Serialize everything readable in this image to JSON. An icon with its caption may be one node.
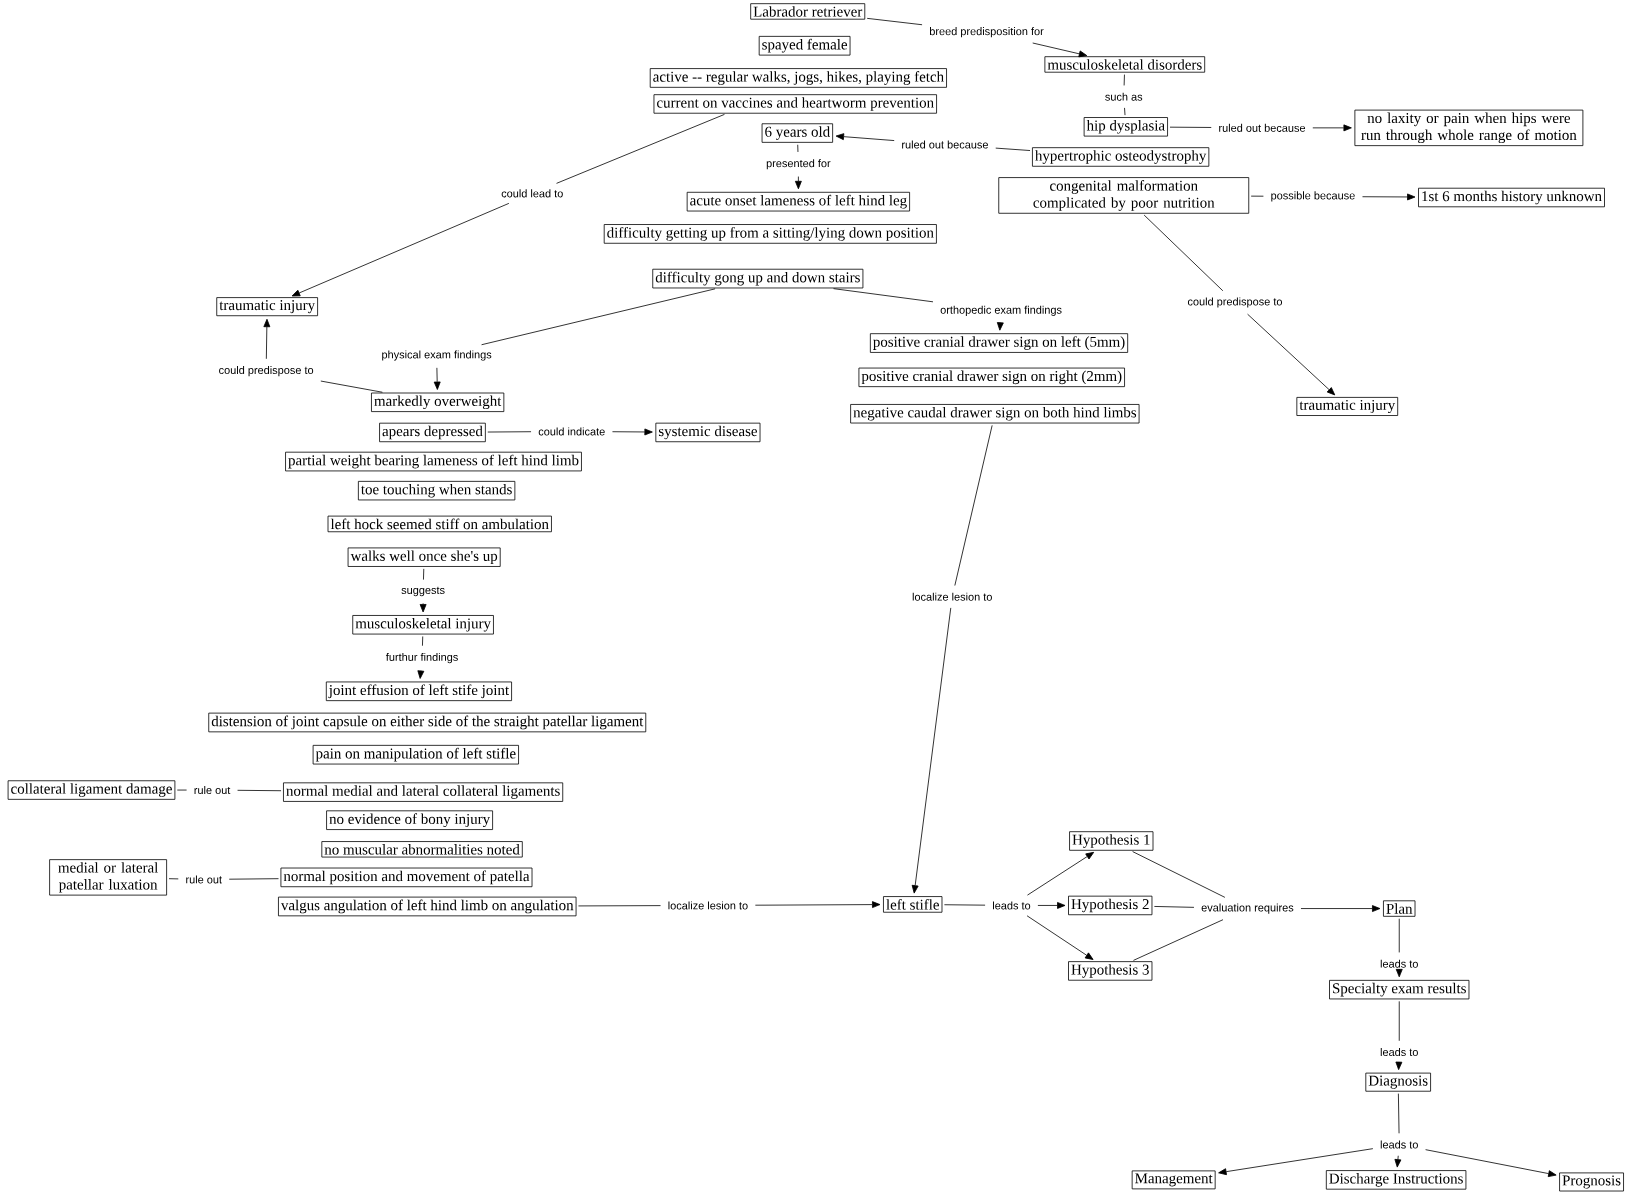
{
  "diagram": {
    "nodes": [
      {
        "text": [
          "Labrador retriever"
        ]
      },
      {
        "text": [
          "breed predisposition for"
        ]
      },
      {
        "text": [
          "musculoskeletal disorders"
        ]
      },
      {
        "text": [
          "spayed female"
        ]
      },
      {
        "text": [
          "active -- regular walks, jogs, hikes, playing fetch"
        ]
      },
      {
        "text": [
          "current on vaccines and heartworm prevention"
        ]
      },
      {
        "text": [
          "such as"
        ]
      },
      {
        "text": [
          "6 years old"
        ]
      },
      {
        "text": [
          "hip dysplasia"
        ]
      },
      {
        "text": [
          "ruled out because"
        ]
      },
      {
        "text": [
          "no laxity or pain when hips were run through whole range of motion"
        ]
      },
      {
        "text": [
          "ruled out because"
        ]
      },
      {
        "text": [
          "hypertrophic osteodystrophy"
        ]
      },
      {
        "text": [
          "presented for"
        ]
      },
      {
        "text": [
          "congenital malformation complicated by poor nutrition"
        ]
      },
      {
        "text": [
          "possible because"
        ]
      },
      {
        "text": [
          "1st 6 months history unknown"
        ]
      },
      {
        "text": [
          "could lead to"
        ]
      },
      {
        "text": [
          "acute onset lameness of left hind leg"
        ]
      },
      {
        "text": [
          "difficulty getting up from a sitting/lying down position"
        ]
      },
      {
        "text": [
          "difficulty gong up and down stairs"
        ]
      },
      {
        "text": [
          "traumatic injury"
        ]
      },
      {
        "text": [
          "could predispose to"
        ]
      },
      {
        "text": [
          "orthopedic exam findings"
        ]
      },
      {
        "text": [
          "positive cranial drawer sign on left (5mm)"
        ]
      },
      {
        "text": [
          "physical exam findings"
        ]
      },
      {
        "text": [
          "could predispose to"
        ]
      },
      {
        "text": [
          "positive cranial drawer sign on right (2mm)"
        ]
      },
      {
        "text": [
          "markedly overweight"
        ]
      },
      {
        "text": [
          "traumatic injury"
        ]
      },
      {
        "text": [
          "negative caudal drawer sign on both hind limbs"
        ]
      },
      {
        "text": [
          "apears depressed"
        ]
      },
      {
        "text": [
          "could indicate"
        ]
      },
      {
        "text": [
          "systemic disease"
        ]
      },
      {
        "text": [
          "partial weight bearing lameness of left hind limb"
        ]
      },
      {
        "text": [
          "toe touching when stands"
        ]
      },
      {
        "text": [
          "left hock seemed stiff on ambulation"
        ]
      },
      {
        "text": [
          "walks well once she's up"
        ]
      },
      {
        "text": [
          "suggests"
        ]
      },
      {
        "text": [
          "localize lesion to"
        ]
      },
      {
        "text": [
          "musculoskeletal injury"
        ]
      },
      {
        "text": [
          "furthur findings"
        ]
      },
      {
        "text": [
          "joint effusion of left stife joint"
        ]
      },
      {
        "text": [
          "distension of joint capsule on either side of the straight patellar ligament"
        ]
      },
      {
        "text": [
          "pain on manipulation of left stifle"
        ]
      },
      {
        "text": [
          "collateral ligament damage"
        ]
      },
      {
        "text": [
          "rule out"
        ]
      },
      {
        "text": [
          "normal medial and lateral collateral ligaments"
        ]
      },
      {
        "text": [
          "no evidence of bony injury"
        ]
      },
      {
        "text": [
          "no muscular abnormalities noted"
        ]
      },
      {
        "text": [
          "medial or lateral patellar luxation"
        ]
      },
      {
        "text": [
          "rule out"
        ]
      },
      {
        "text": [
          "normal position and movement of patella"
        ]
      },
      {
        "text": [
          "Hypothesis 1"
        ]
      },
      {
        "text": [
          "valgus angulation of left hind limb on angulation"
        ]
      },
      {
        "text": [
          "localize lesion to"
        ]
      },
      {
        "text": [
          "left stifle"
        ]
      },
      {
        "text": [
          "leads to"
        ]
      },
      {
        "text": [
          "Hypothesis 2"
        ]
      },
      {
        "text": [
          "evaluation requires"
        ]
      },
      {
        "text": [
          "Plan"
        ]
      },
      {
        "text": [
          "Hypothesis 3"
        ]
      },
      {
        "text": [
          "leads to"
        ]
      },
      {
        "text": [
          "Specialty exam results"
        ]
      },
      {
        "text": [
          "leads to"
        ]
      },
      {
        "text": [
          "Diagnosis"
        ]
      },
      {
        "text": [
          "leads to"
        ]
      },
      {
        "text": [
          "Management"
        ]
      },
      {
        "text": [
          "Discharge Instructions"
        ]
      },
      {
        "text": [
          "Prognosis"
        ]
      }
    ],
    "edges": [
      {
        "from": 0,
        "to": 1,
        "arrow": "none"
      },
      {
        "from": 1,
        "to": 2,
        "arrow": "to"
      },
      {
        "from": 2,
        "to": 6,
        "arrow": "none"
      },
      {
        "from": 6,
        "to": 8,
        "arrow": "none"
      },
      {
        "from": 8,
        "to": 9,
        "arrow": "none"
      },
      {
        "from": 9,
        "to": 10,
        "arrow": "to"
      },
      {
        "from": 12,
        "to": 11,
        "arrow": "none"
      },
      {
        "from": 11,
        "to": 7,
        "arrow": "to"
      },
      {
        "from": 7,
        "to": 13,
        "arrow": "none"
      },
      {
        "from": 13,
        "to": 18,
        "arrow": "to"
      },
      {
        "from": 14,
        "to": 15,
        "arrow": "none"
      },
      {
        "from": 15,
        "to": 16,
        "arrow": "to"
      },
      {
        "from": 5,
        "to": 17,
        "arrow": "none"
      },
      {
        "from": 17,
        "to": 21,
        "arrow": "to"
      },
      {
        "from": 14,
        "to": 22,
        "arrow": "none"
      },
      {
        "from": 22,
        "to": 29,
        "arrow": "to"
      },
      {
        "from": 20,
        "to": 23,
        "arrow": "none"
      },
      {
        "from": 23,
        "to": 24,
        "arrow": "to"
      },
      {
        "from": 20,
        "to": 25,
        "arrow": "none"
      },
      {
        "from": 25,
        "to": 28,
        "arrow": "to"
      },
      {
        "from": 28,
        "to": 26,
        "arrow": "none"
      },
      {
        "from": 26,
        "to": 21,
        "arrow": "to"
      },
      {
        "from": 31,
        "to": 32,
        "arrow": "none"
      },
      {
        "from": 32,
        "to": 33,
        "arrow": "to"
      },
      {
        "from": 37,
        "to": 38,
        "arrow": "none"
      },
      {
        "from": 38,
        "to": 40,
        "arrow": "to"
      },
      {
        "from": 40,
        "to": 41,
        "arrow": "none"
      },
      {
        "from": 41,
        "to": 42,
        "arrow": "to"
      },
      {
        "from": 47,
        "to": 46,
        "arrow": "none"
      },
      {
        "from": 46,
        "to": 45,
        "arrow": "none"
      },
      {
        "from": 52,
        "to": 51,
        "arrow": "none"
      },
      {
        "from": 51,
        "to": 50,
        "arrow": "none"
      },
      {
        "from": 54,
        "to": 55,
        "arrow": "none"
      },
      {
        "from": 55,
        "to": 56,
        "arrow": "to"
      },
      {
        "from": 30,
        "to": 39,
        "arrow": "none"
      },
      {
        "from": 39,
        "to": 56,
        "arrow": "to"
      },
      {
        "from": 56,
        "to": 57,
        "arrow": "none"
      },
      {
        "from": 57,
        "to": 53,
        "arrow": "to"
      },
      {
        "from": 57,
        "to": 58,
        "arrow": "to"
      },
      {
        "from": 57,
        "to": 61,
        "arrow": "to"
      },
      {
        "from": 53,
        "to": 59,
        "arrow": "none"
      },
      {
        "from": 58,
        "to": 59,
        "arrow": "none"
      },
      {
        "from": 61,
        "to": 59,
        "arrow": "none"
      },
      {
        "from": 59,
        "to": 60,
        "arrow": "to"
      },
      {
        "from": 60,
        "to": 62,
        "arrow": "none"
      },
      {
        "from": 62,
        "to": 63,
        "arrow": "to"
      },
      {
        "from": 63,
        "to": 64,
        "arrow": "none"
      },
      {
        "from": 64,
        "to": 65,
        "arrow": "to"
      },
      {
        "from": 65,
        "to": 66,
        "arrow": "none"
      },
      {
        "from": 66,
        "to": 67,
        "arrow": "to"
      },
      {
        "from": 66,
        "to": 68,
        "arrow": "to"
      },
      {
        "from": 66,
        "to": 69,
        "arrow": "to"
      }
    ]
  }
}
